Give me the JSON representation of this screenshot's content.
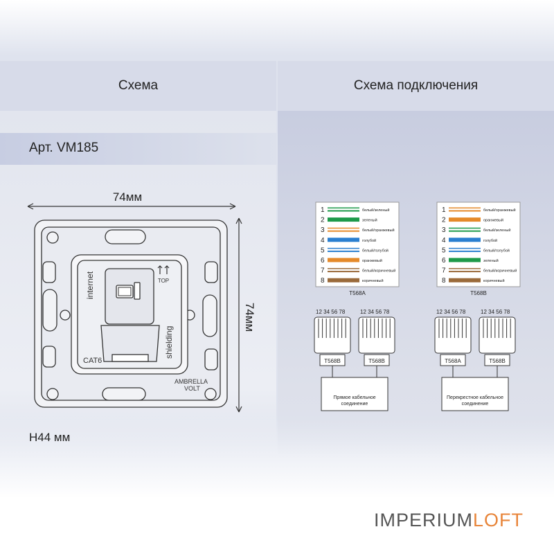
{
  "header": {
    "left_title": "Схема",
    "right_title": "Схема подключения"
  },
  "product": {
    "article": "Арт. VM185",
    "height": "H44 мм",
    "width_dim": "74мм",
    "height_dim": "74мм"
  },
  "device_labels": {
    "internet": "internet",
    "top": "TOP",
    "shielding": "shielding",
    "cat6": "CAT6",
    "brand_line1": "AMBRELLA",
    "brand_line2": "VOLT"
  },
  "t568a": {
    "caption": "T568A",
    "rows": [
      {
        "n": "1",
        "label": "белый/зеленый",
        "color": "#1d9a4a",
        "striped": true
      },
      {
        "n": "2",
        "label": "зеленый",
        "color": "#1d9a4a",
        "striped": false
      },
      {
        "n": "3",
        "label": "белый/оранжевый",
        "color": "#e58a2a",
        "striped": true
      },
      {
        "n": "4",
        "label": "голубой",
        "color": "#2a7fd0",
        "striped": false
      },
      {
        "n": "5",
        "label": "белый/голубой",
        "color": "#2a7fd0",
        "striped": true
      },
      {
        "n": "6",
        "label": "оранжевый",
        "color": "#e58a2a",
        "striped": false
      },
      {
        "n": "7",
        "label": "белый/коричневый",
        "color": "#9a6a3a",
        "striped": true
      },
      {
        "n": "8",
        "label": "коричневый",
        "color": "#9a6a3a",
        "striped": false
      }
    ]
  },
  "t568b": {
    "caption": "T568B",
    "rows": [
      {
        "n": "1",
        "label": "белый/оранжевый",
        "color": "#e58a2a",
        "striped": true
      },
      {
        "n": "2",
        "label": "оранжевый",
        "color": "#e58a2a",
        "striped": false
      },
      {
        "n": "3",
        "label": "белый/зеленый",
        "color": "#1d9a4a",
        "striped": true
      },
      {
        "n": "4",
        "label": "голубой",
        "color": "#2a7fd0",
        "striped": false
      },
      {
        "n": "5",
        "label": "белый/голубой",
        "color": "#2a7fd0",
        "striped": true
      },
      {
        "n": "6",
        "label": "зеленый",
        "color": "#1d9a4a",
        "striped": false
      },
      {
        "n": "7",
        "label": "белый/коричневый",
        "color": "#9a6a3a",
        "striped": true
      },
      {
        "n": "8",
        "label": "коричневый",
        "color": "#9a6a3a",
        "striped": false
      }
    ]
  },
  "connections": [
    {
      "pins": "12 34 56 78",
      "plug_left": "T568B",
      "plug_right": "T568B",
      "caption_line1": "Прямое кабельное",
      "caption_line2": "соединение"
    },
    {
      "pins": "12 34 56 78",
      "plug_left": "T568A",
      "plug_right": "T568B",
      "caption_line1": "Перекрестное кабельное",
      "caption_line2": "соединение"
    }
  ],
  "brand": {
    "part1": "IMPERIUM",
    "part2": "LOFT",
    "accent_color": "#e8853a"
  }
}
